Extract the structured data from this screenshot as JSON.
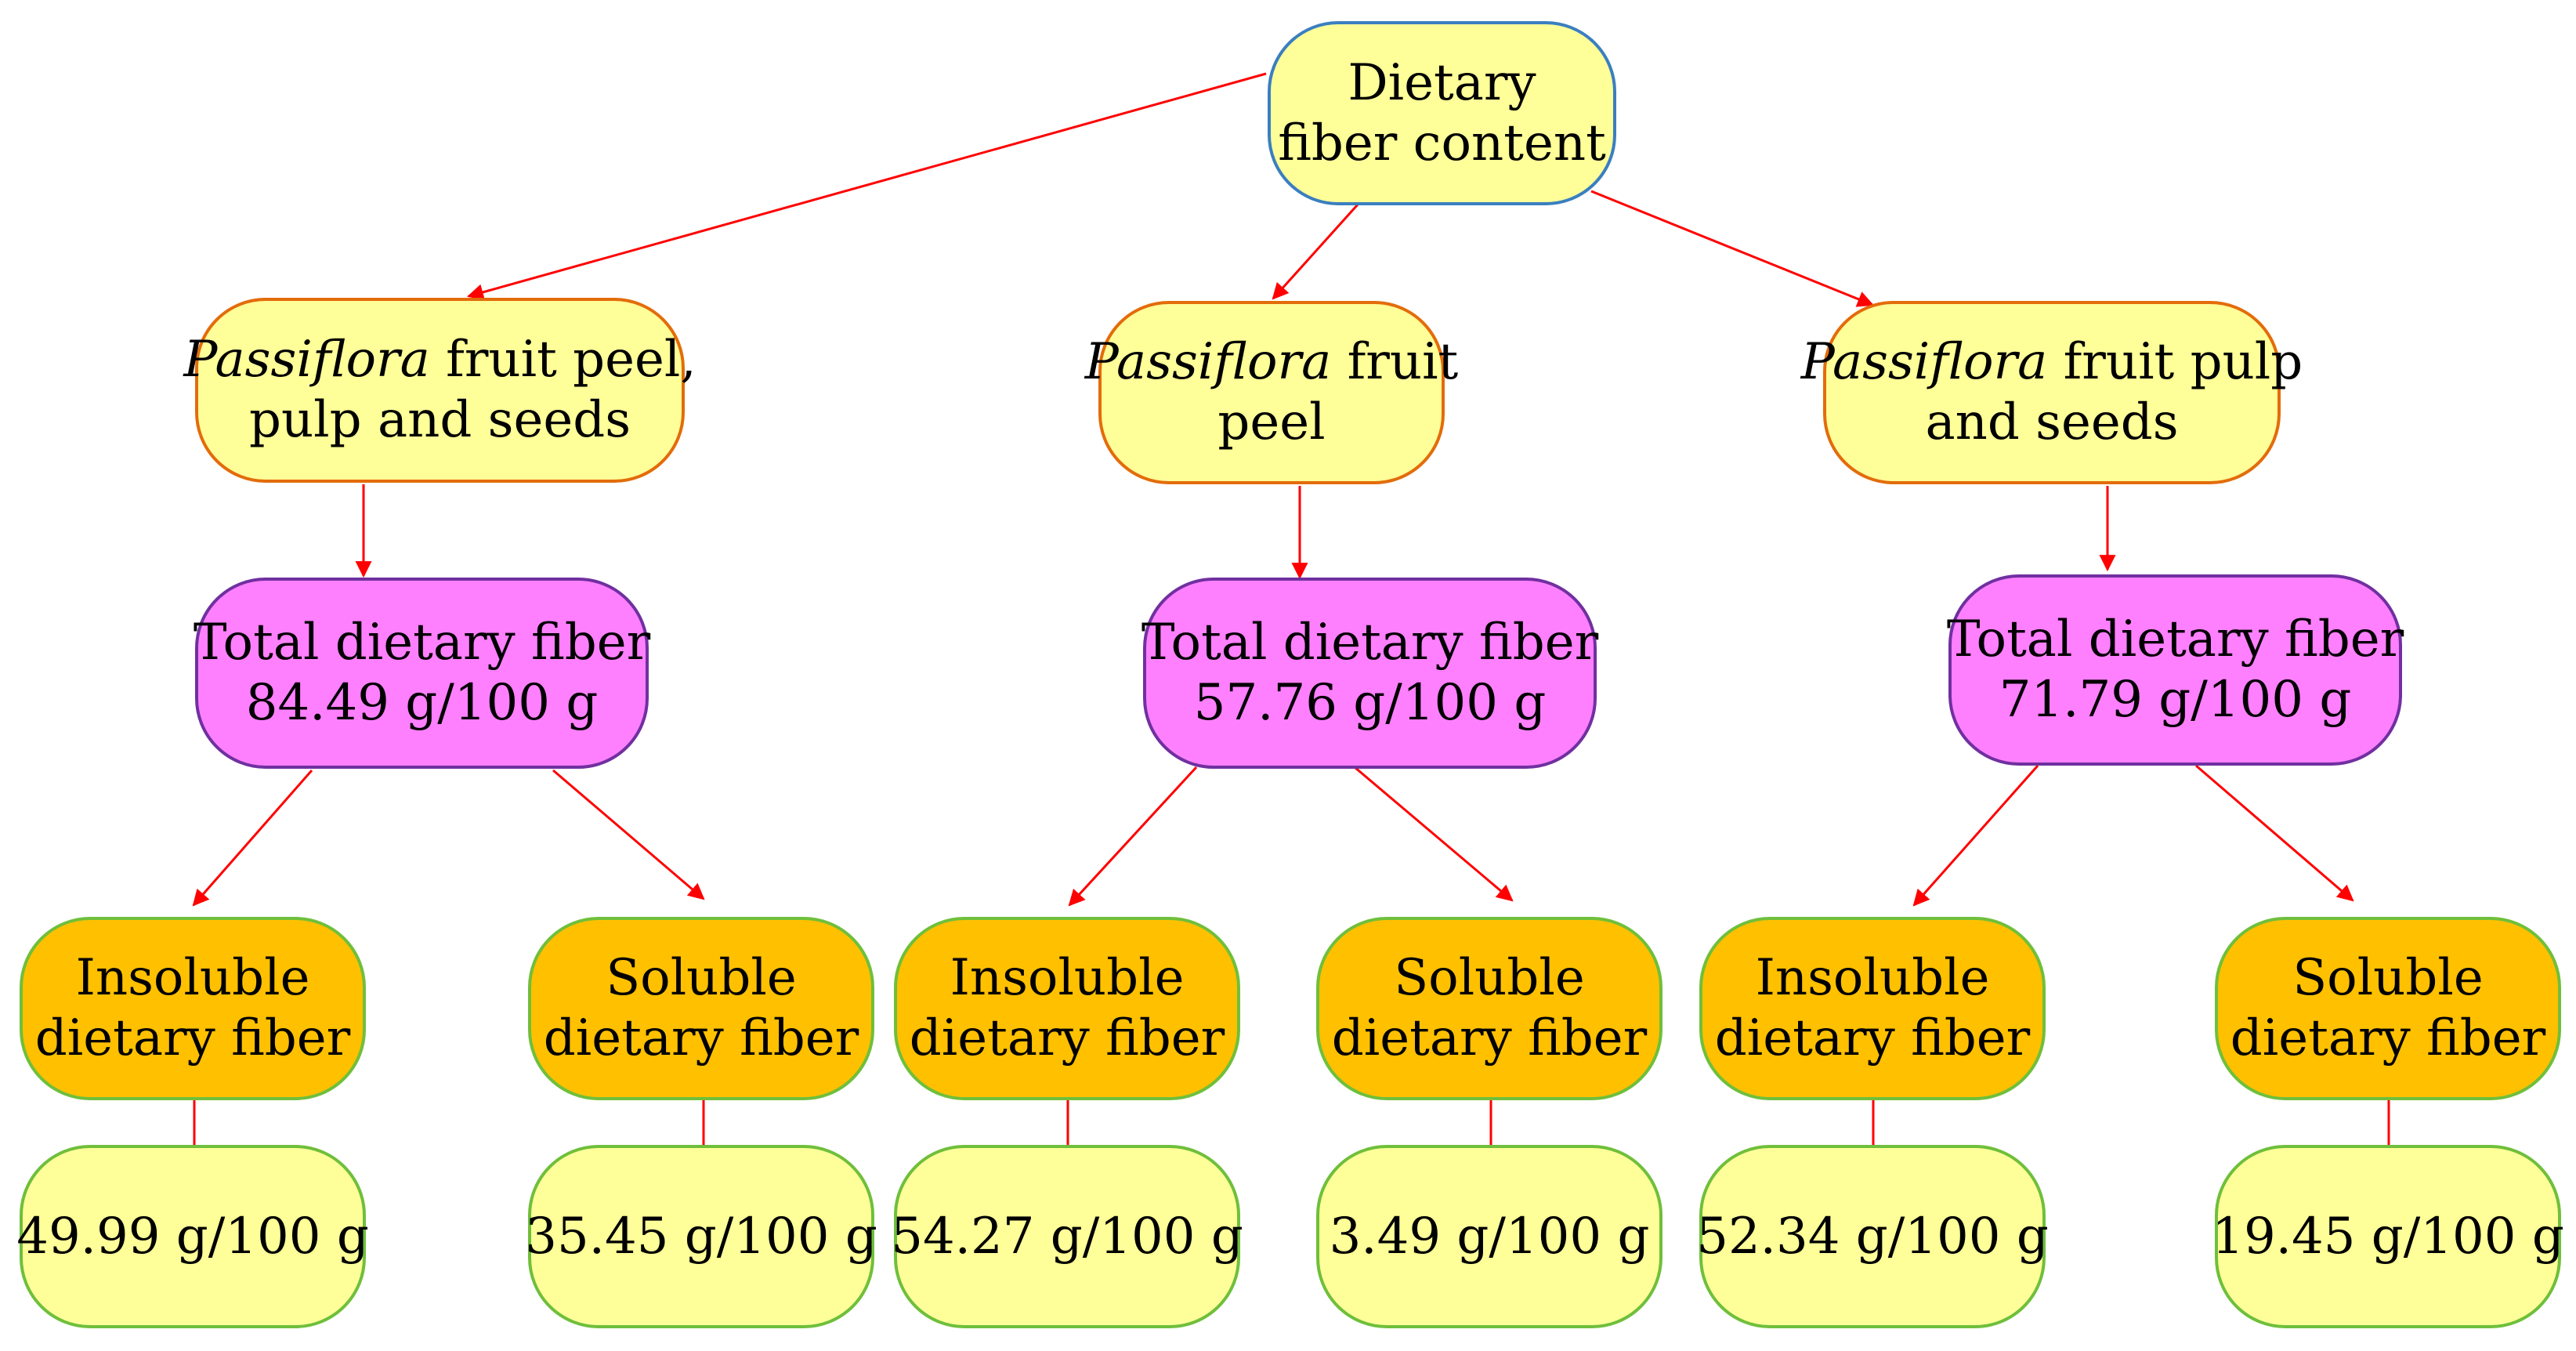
{
  "root": {
    "line1": "Dietary",
    "line2": "fiber content"
  },
  "samples": [
    {
      "genus": "Passiflora",
      "line1_rest": " fruit peel,",
      "line2": "pulp and seeds",
      "total_label": "Total dietary fiber",
      "total_value": "84.49 g/100 g",
      "insoluble_line1": "Insoluble",
      "insoluble_line2": "dietary fiber",
      "insoluble_value": "49.99 g/100 g",
      "soluble_line1": "Soluble",
      "soluble_line2": "dietary fiber",
      "soluble_value": "35.45 g/100 g"
    },
    {
      "genus": "Passiflora",
      "line1_rest": " fruit",
      "line2": "peel",
      "total_label": "Total dietary fiber",
      "total_value": "57.76 g/100 g",
      "insoluble_line1": "Insoluble",
      "insoluble_line2": "dietary fiber",
      "insoluble_value": "54.27 g/100 g",
      "soluble_line1": "Soluble",
      "soluble_line2": "dietary fiber",
      "soluble_value": "3.49 g/100 g"
    },
    {
      "genus": "Passiflora",
      "line1_rest": " fruit pulp",
      "line2": "and seeds",
      "total_label": "Total dietary fiber",
      "total_value": "71.79 g/100 g",
      "insoluble_line1": "Insoluble",
      "insoluble_line2": "dietary fiber",
      "insoluble_value": "52.34 g/100 g",
      "soluble_line1": "Soluble",
      "soluble_line2": "dietary fiber",
      "soluble_value": "19.45 g/100 g"
    }
  ],
  "colors": {
    "arrow": "#ff0000",
    "root_fill": "#ffff99",
    "sample_fill": "#ffff99",
    "total_fill": "#ff80ff",
    "fraction_fill": "#ffc000",
    "value_fill": "#ffff99"
  }
}
